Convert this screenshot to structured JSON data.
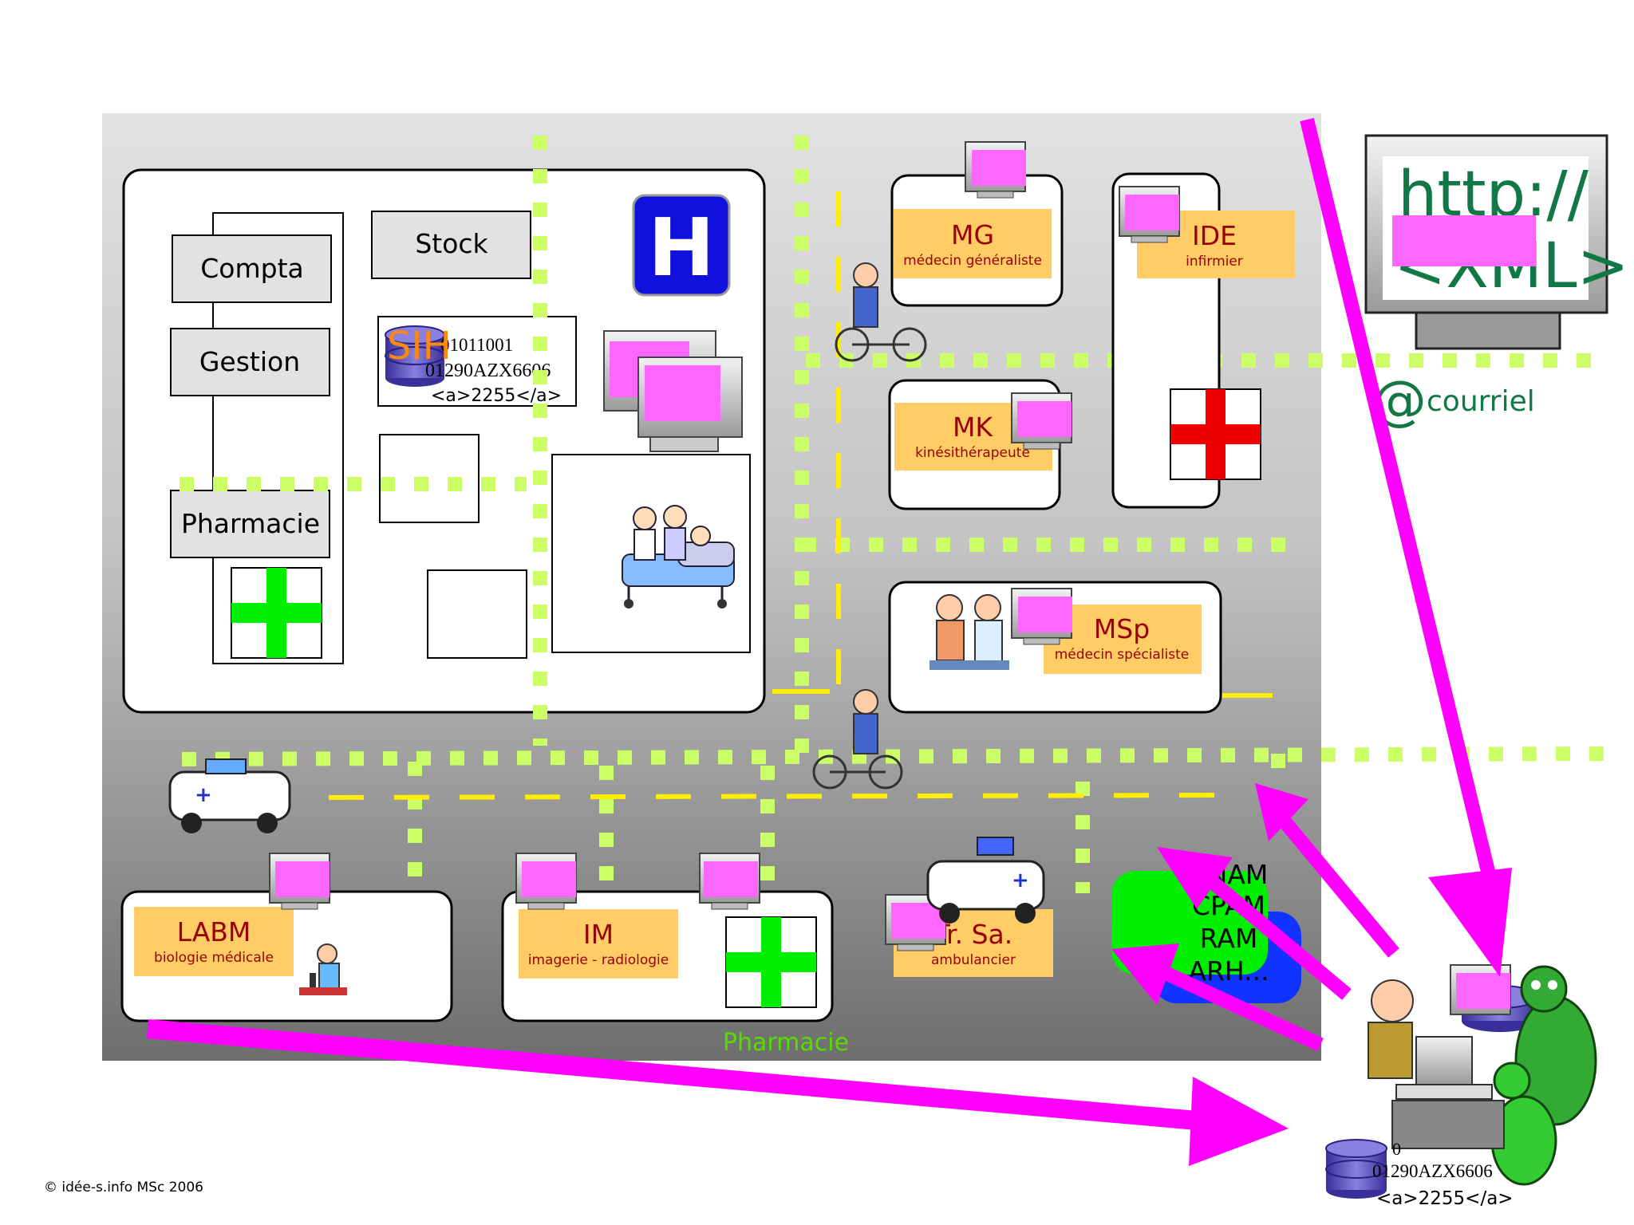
{
  "colors": {
    "path_green": "#ccff66",
    "road_yellow": "#ffee00",
    "arrow_magenta": "#ff00ff",
    "screen_magenta": "#ff66ff",
    "label_orange": "#ffcc66",
    "cross_green": "#00ee00",
    "cross_red": "#ee0000",
    "hospital_blue": "#1111dd",
    "url_green": "#117744",
    "pharmacie_green": "#55dd00",
    "caisses_blue": "#1133ff",
    "caisses_green": "#00ee00"
  },
  "hospital": {
    "boxes": [
      "Compta",
      "Gestion",
      "Stock",
      "Pharmacie"
    ],
    "sih_label": "SIH",
    "sih_data": [
      "01011001",
      "01290AZX6606",
      "<a>2255</a>"
    ],
    "sign": "H"
  },
  "professionals": [
    {
      "code": "MG",
      "desc": "médecin généraliste"
    },
    {
      "code": "IDE",
      "desc": "infirmier"
    },
    {
      "code": "MK",
      "desc": "kinésithérapeute"
    },
    {
      "code": "MSp",
      "desc": "médecin spécialiste"
    },
    {
      "code": "LABM",
      "desc": "biologie médicale"
    },
    {
      "code": "IM",
      "desc": "imagerie - radiologie"
    },
    {
      "code": "Tr. Sa.",
      "desc": "ambulancier"
    }
  ],
  "web": {
    "line1": "http://",
    "line2": "<XML>"
  },
  "mail": {
    "symbol": "@",
    "label": "courriel"
  },
  "caisses": [
    "CNAM",
    "CPAM",
    "RAM",
    "ARH..."
  ],
  "pharmacie_caption": "Pharmacie",
  "server_data": [
    "0",
    "01290AZX6606",
    "<a>2255</a>"
  ],
  "copyright": "© idée-s.info MSc 2006"
}
